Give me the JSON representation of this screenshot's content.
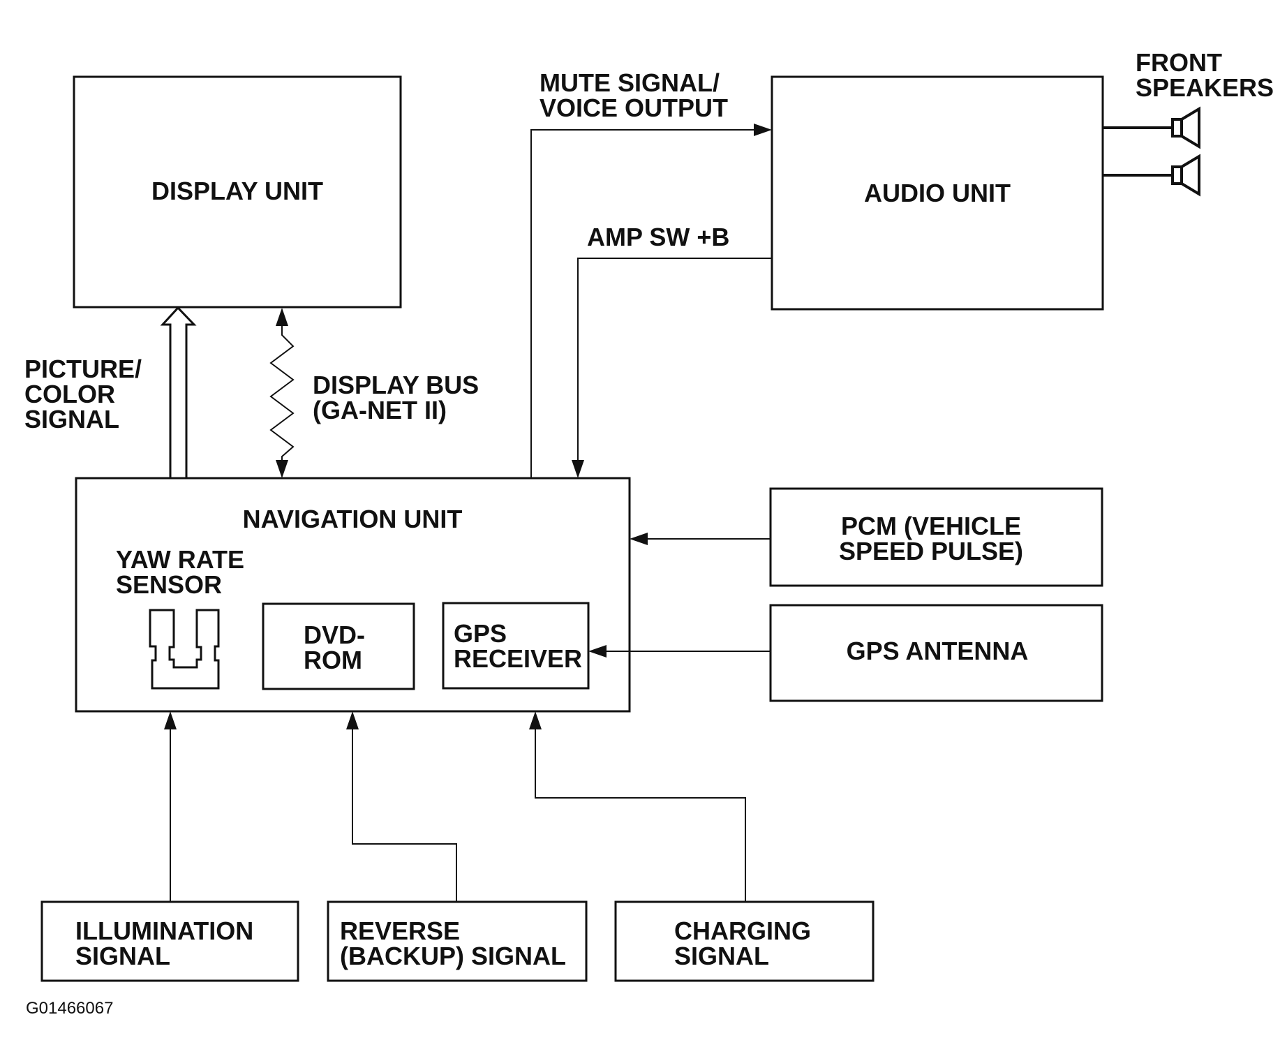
{
  "blocks": {
    "display_unit": "DISPLAY UNIT",
    "audio_unit": "AUDIO UNIT",
    "navigation_unit": "NAVIGATION UNIT",
    "yaw_rate_sensor": [
      "YAW RATE",
      "SENSOR"
    ],
    "dvd_rom": [
      "DVD-",
      "ROM"
    ],
    "gps_receiver": [
      "GPS",
      "RECEIVER"
    ],
    "pcm": [
      "PCM (VEHICLE",
      "SPEED PULSE)"
    ],
    "gps_antenna": "GPS ANTENNA",
    "illumination": [
      "ILLUMINATION",
      "SIGNAL"
    ],
    "reverse": [
      "REVERSE",
      "(BACKUP) SIGNAL"
    ],
    "charging": [
      "CHARGING",
      "SIGNAL"
    ]
  },
  "signals": {
    "mute_voice": [
      "MUTE SIGNAL/",
      "VOICE OUTPUT"
    ],
    "amp_sw": "AMP SW +B",
    "picture_color": [
      "PICTURE/",
      "COLOR",
      "SIGNAL"
    ],
    "display_bus": [
      "DISPLAY BUS",
      "(GA-NET II)"
    ],
    "front_speakers": [
      "FRONT",
      "SPEAKERS"
    ]
  },
  "figure_id": "G01466067"
}
